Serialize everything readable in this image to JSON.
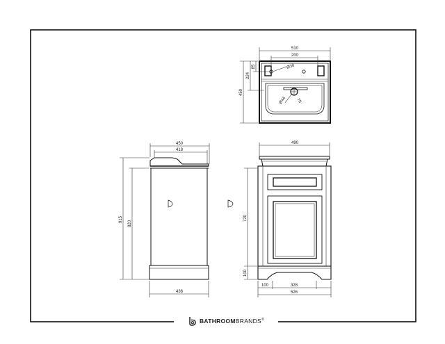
{
  "brand": {
    "part1": "BATHROOM",
    "part2": "BRANDS",
    "mark": "®"
  },
  "basin_top_view": {
    "width": "510",
    "tap_spacing": "200",
    "depth": "450",
    "deck_depth": "224",
    "tap_inset": "85",
    "tap_hole": "Ø30",
    "waste_hole": "Ø44",
    "waste_offset": "70"
  },
  "side_view": {
    "top_depth": "450",
    "basin_depth": "418",
    "overall_height": "915",
    "cabinet_height": "820",
    "base_depth": "436"
  },
  "front_view": {
    "top_width": "490",
    "door_height": "720",
    "plinth_height": "100",
    "plinth_side": "100",
    "plinth_gap": "328",
    "overall_width": "526"
  },
  "colors": {
    "line": "#111111",
    "background": "#ffffff"
  }
}
